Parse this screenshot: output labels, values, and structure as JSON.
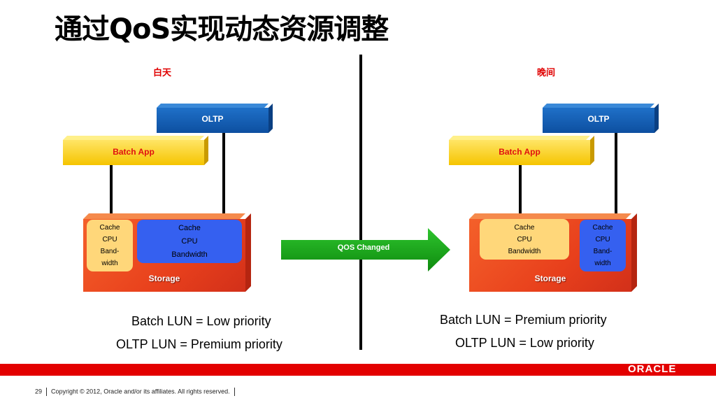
{
  "slide": {
    "title": "通过QoS实现动态资源调整",
    "left": {
      "period": "白天",
      "oltp_label": "OLTP",
      "batch_label": "Batch App",
      "storage_label": "Storage",
      "pill_small": [
        "Cache",
        "CPU",
        "Band-",
        "width"
      ],
      "pill_large": [
        "Cache",
        "CPU",
        "Bandwidth"
      ],
      "caption_1": "Batch LUN = Low priority",
      "caption_2": "OLTP LUN = Premium priority"
    },
    "right": {
      "period": "晚间",
      "oltp_label": "OLTP",
      "batch_label": "Batch App",
      "storage_label": "Storage",
      "pill_large": [
        "Cache",
        "CPU",
        "Bandwidth"
      ],
      "pill_small": [
        "Cache",
        "CPU",
        "Band-",
        "width"
      ],
      "caption_1": "Batch LUN = Premium priority",
      "caption_2": "OLTP LUN = Low priority"
    },
    "arrow_label": "QOS Changed",
    "colors": {
      "oltp": "#1660b8",
      "batch": "#ffd400",
      "storage": "#e8401c",
      "arrow": "#1aa31a",
      "pill_cream": "#ffd77a",
      "pill_blue": "#3560f0",
      "footer_bar": "#e30000"
    }
  },
  "footer": {
    "page_number": "29",
    "copyright": "Copyright © 2012, Oracle and/or its affiliates. All rights reserved.",
    "logo_text": "ORACLE"
  }
}
